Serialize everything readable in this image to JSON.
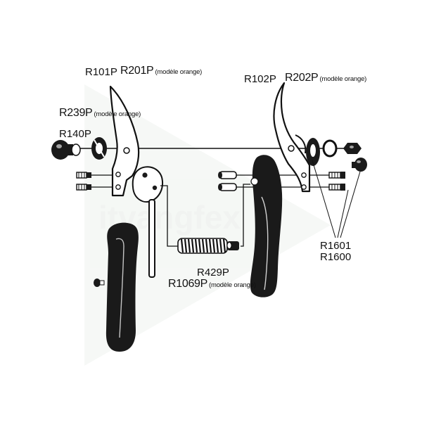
{
  "labels": {
    "r101p": "R101P",
    "r201p": "R201P",
    "r201p_note": "(modèle orange)",
    "r102p": "R102P",
    "r202p": "R202P",
    "r202p_note": "(modèle orange)",
    "r239p": "R239P",
    "r239p_note": "(modèle orange)",
    "r140p": "R140P",
    "r429p": "R429P",
    "r1069p": "R1069P",
    "r1069p_note": "(modèle orange)",
    "r1601": "R1601",
    "r1600": "R1600"
  },
  "watermark": "itvangfex",
  "colors": {
    "ink": "#111111",
    "handle": "#1a1a1a",
    "watermark": "#eef2ee"
  }
}
